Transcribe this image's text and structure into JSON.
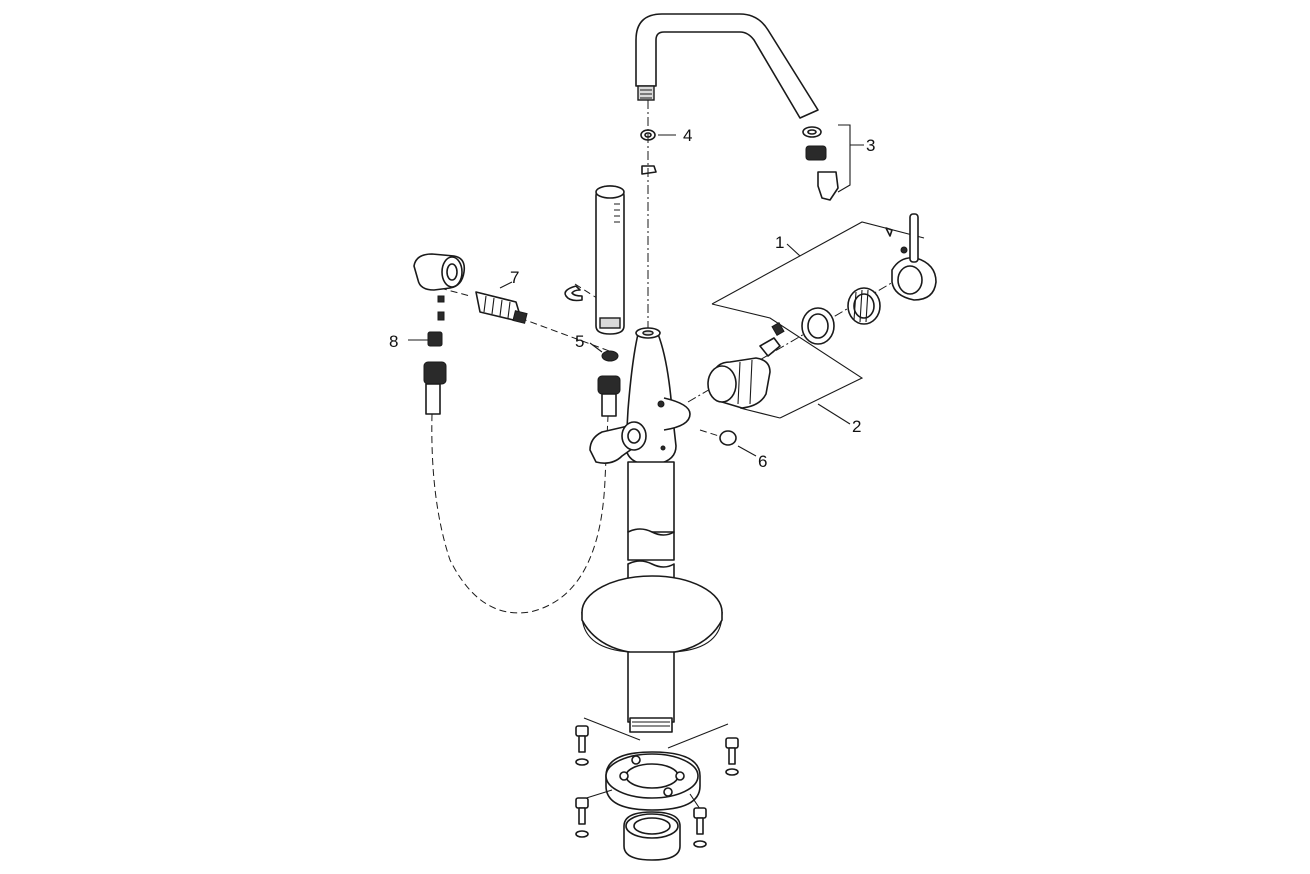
{
  "callouts": {
    "c1": "1",
    "c2": "2",
    "c3": "3",
    "c4": "4",
    "c5": "5",
    "c6": "6",
    "c7": "7",
    "c8": "8"
  },
  "colors": {
    "line": "#1a1a1a",
    "background": "#ffffff",
    "shade": "#d9d9d9"
  }
}
